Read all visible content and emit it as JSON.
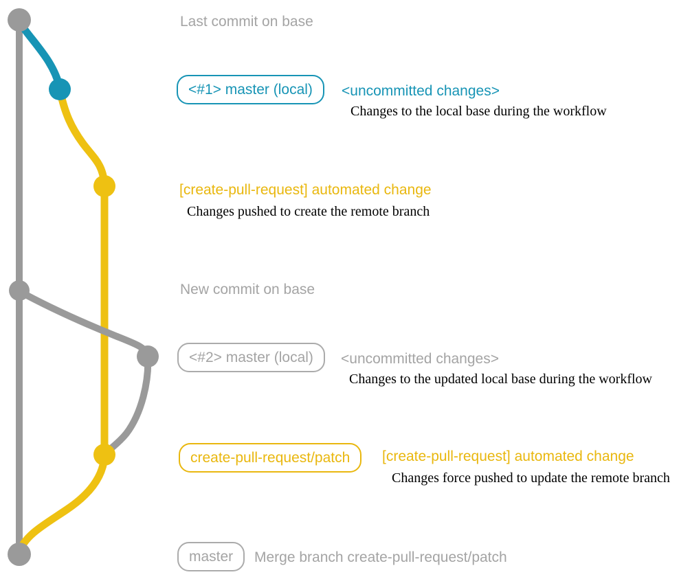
{
  "colors": {
    "teal": "#1794b5",
    "yellow": "#eec112",
    "yellow-text": "#e9b70e",
    "gray-line": "#9a9a9a",
    "gray-text": "#a4a4a4",
    "gray-border": "#ababab",
    "ink": "#000000",
    "background": "#ffffff"
  },
  "annotations": {
    "last_commit": {
      "label": "Last commit on base"
    },
    "commit1": {
      "badge": "<#1> master (local)",
      "title": "<uncommitted changes>",
      "description": "Changes to the local base during the workflow"
    },
    "push1": {
      "title": "[create-pull-request] automated change",
      "description": "Changes pushed to create the remote branch"
    },
    "new_commit": {
      "label": "New commit on base"
    },
    "commit2": {
      "badge": "<#2> master (local)",
      "title": "<uncommitted changes>",
      "description": "Changes to the updated local base during the workflow"
    },
    "push2": {
      "badge": "create-pull-request/patch",
      "title": "[create-pull-request] automated change",
      "description": "Changes force pushed to update the remote branch"
    },
    "merge": {
      "badge": "master",
      "label": "Merge branch create-pull-request/patch"
    }
  }
}
